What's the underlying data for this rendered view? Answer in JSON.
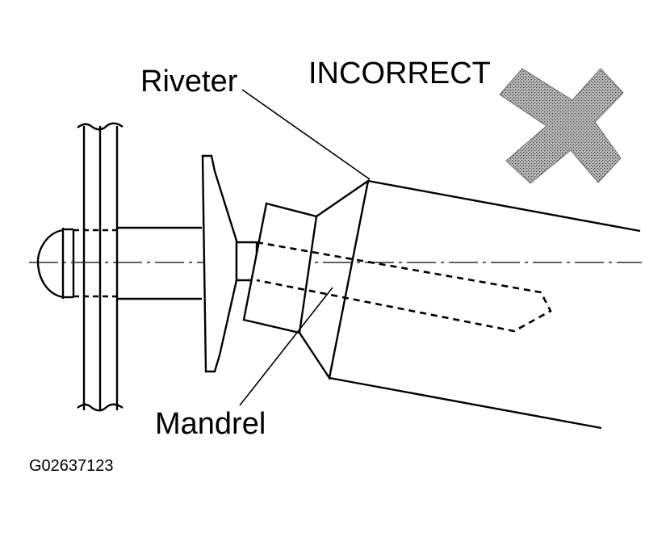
{
  "labels": {
    "riveter": "Riveter",
    "incorrect": "INCORRECT",
    "mandrel": "Mandrel",
    "figure_id": "G02637123"
  },
  "marks": {
    "incorrect_mark_icon": "cross-x-icon",
    "incorrect_mark_color": "#9a9a9a"
  }
}
